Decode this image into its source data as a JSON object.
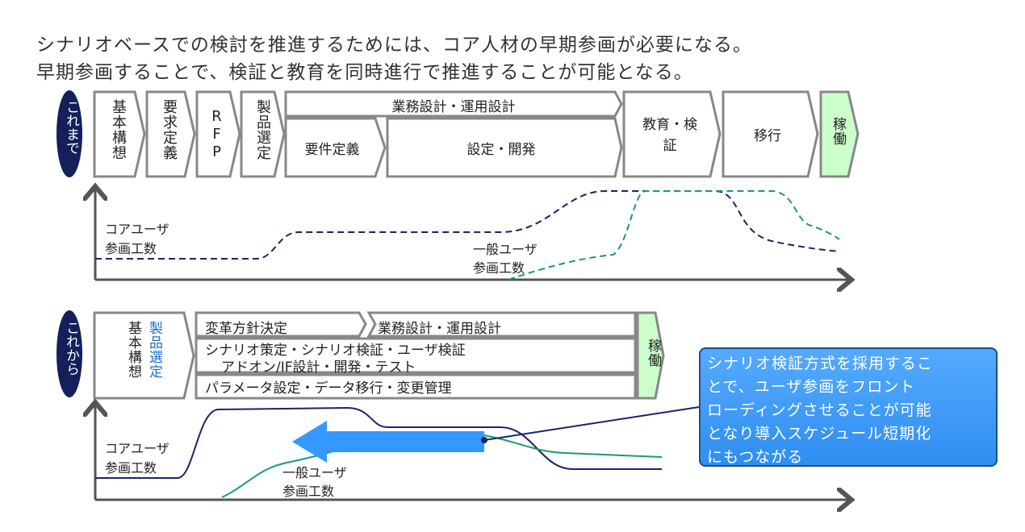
{
  "title": {
    "line1": "シナリオベースでの検討を推進するためには、コア人材の早期参画が必要になる。",
    "line2": "早期参画することで、検証と教育を同時進行で推進することが可能となる。"
  },
  "before": {
    "label": "これまで",
    "phases": {
      "kihon": "基本構想",
      "yokyu": "要求定義",
      "rfp": "RFP",
      "seihin": "製品選定",
      "gyomu": "業務設計・運用設計",
      "yoken": "要件定義",
      "settei": "設定・開発",
      "kyoiku": "教育・検証",
      "ikou": "移行",
      "kado": "稼働"
    },
    "core_label": [
      "コアユーザ",
      "参画工数"
    ],
    "general_label": [
      "一般ユーザ",
      "参画工数"
    ]
  },
  "after": {
    "label": "これから",
    "phases": {
      "kihon": "基本構想",
      "seihin": "製品選定",
      "henkaku": "変革方針決定",
      "gyomu": "業務設計・運用設計",
      "scenario1": "シナリオ策定・シナリオ検証・ユーザ検証",
      "scenario2": "アドオン/IF設計・開発・テスト",
      "param": "パラメータ設定・データ移行・変更管理",
      "kado": "稼働"
    },
    "core_label": [
      "コアユーザ",
      "参画工数"
    ],
    "general_label": [
      "一般ユーザ",
      "参画工数"
    ]
  },
  "callout": [
    "シナリオ検証方式を採用するこ",
    "とで、ユーザ参画をフロント",
    "ローディングさせることが可能",
    "となり導入スケジュール短期化",
    "にもつながる"
  ],
  "colors": {
    "navy": "#1b2468",
    "green": "#1a9a70",
    "blue": "#3399ff",
    "kado": "#ccffcc"
  }
}
